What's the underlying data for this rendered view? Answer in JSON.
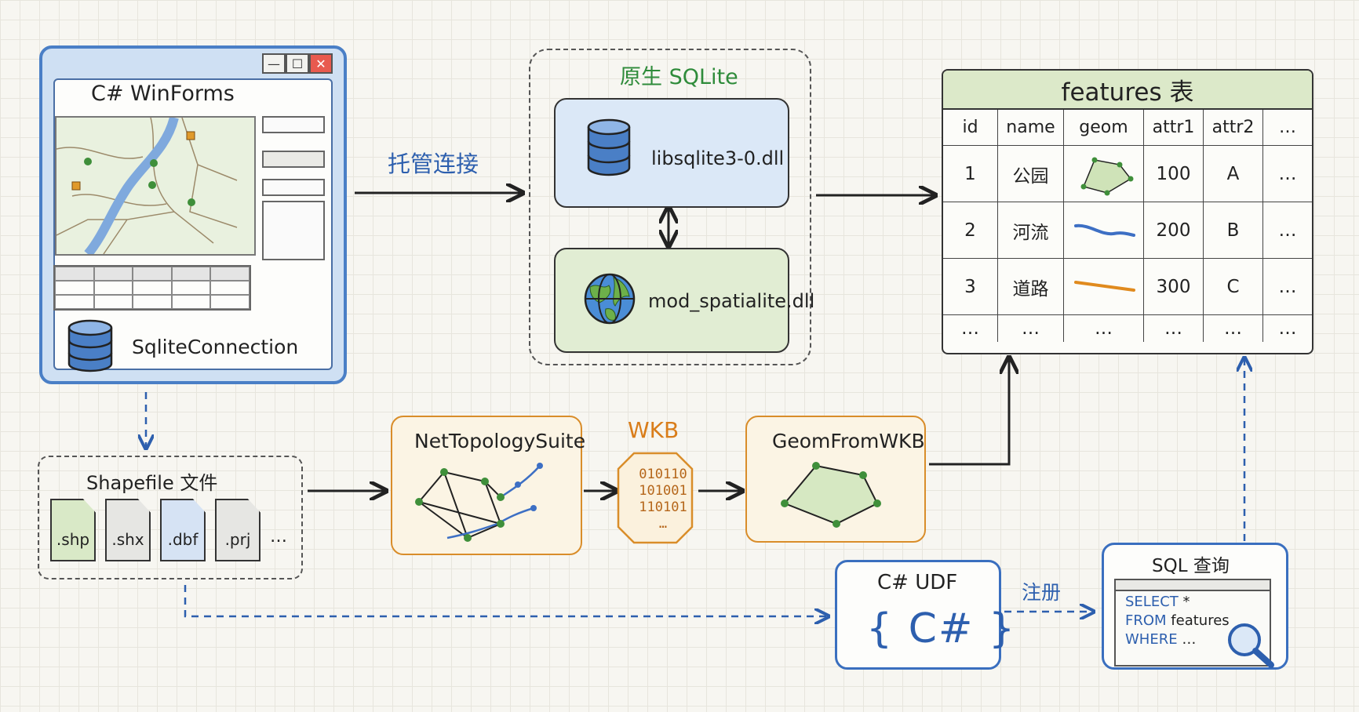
{
  "winforms": {
    "title": "C# WinForms",
    "window_buttons": {
      "minimize": "—",
      "maximize": "☐",
      "close": "✕"
    },
    "connection_label": "SqliteConnection"
  },
  "managed_connection_label": "托管连接",
  "native_sqlite": {
    "title": "原生 SQLite",
    "dll_core": "libsqlite3-0.dll",
    "dll_spatial": "mod_spatialite.dll"
  },
  "features_table": {
    "title": "features 表",
    "columns": [
      "id",
      "name",
      "geom",
      "attr1",
      "attr2",
      "…"
    ],
    "rows": [
      {
        "id": "1",
        "name": "公园",
        "attr1": "100",
        "attr2": "A",
        "more": "…"
      },
      {
        "id": "2",
        "name": "河流",
        "attr1": "200",
        "attr2": "B",
        "more": "…"
      },
      {
        "id": "3",
        "name": "道路",
        "attr1": "300",
        "attr2": "C",
        "more": "…"
      }
    ],
    "ellipsis_row": [
      "…",
      "…",
      "…",
      "…",
      "…",
      "…"
    ]
  },
  "shapefile": {
    "title": "Shapefile 文件",
    "files": [
      ".shp",
      ".shx",
      ".dbf",
      ".prj"
    ],
    "more": "…"
  },
  "nts": {
    "label": "NetTopologySuite"
  },
  "wkb": {
    "title": "WKB",
    "bits": [
      "010110",
      "101001",
      "110101",
      "…"
    ]
  },
  "geom_from_wkb": {
    "label": "GeomFromWKB"
  },
  "udf": {
    "title": "C# UDF",
    "symbol": "{ C# }"
  },
  "register_label": "注册",
  "sql_query": {
    "title": "SQL 查询",
    "lines": [
      {
        "keyword": "SELECT",
        "rest": " *"
      },
      {
        "keyword": "FROM",
        "rest": " features"
      },
      {
        "keyword": "WHERE",
        "rest": " …"
      }
    ]
  },
  "colors": {
    "blue": "#2d5fae",
    "green": "#2e8b3a",
    "orange": "#d98d2a",
    "ink": "#222222"
  }
}
